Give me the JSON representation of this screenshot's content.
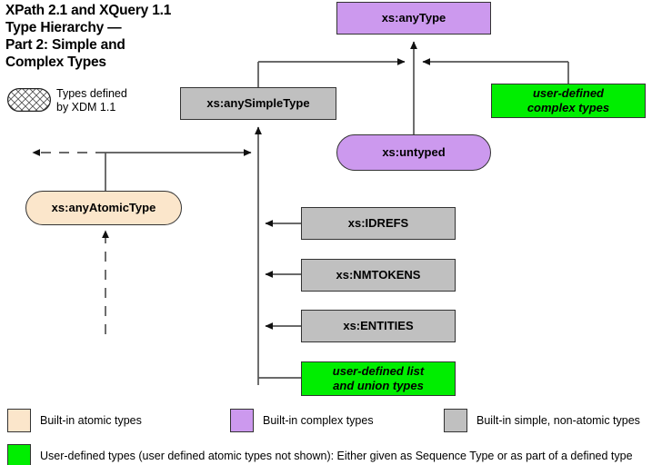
{
  "diagram": {
    "title": "XPath 2.1 and XQuery 1.1\nType Hierarchy —\nPart 2: Simple and\nComplex Types",
    "xdm_key": {
      "icon": "hatched-rounded-rect-icon",
      "label": "Types defined\nby XDM 1.1"
    },
    "nodes": [
      {
        "id": "anyType",
        "label": "xs:anyType",
        "shape": "rect",
        "color": "#cc99ee",
        "category": "Built-in complex types"
      },
      {
        "id": "anySimpleType",
        "label": "xs:anySimpleType",
        "shape": "rect",
        "color": "#c0c0c0",
        "category": "Built-in simple, non-atomic types"
      },
      {
        "id": "udefComplex",
        "label": "user-defined\ncomplex types",
        "shape": "rect",
        "color": "#00ee00",
        "category": "User-defined types"
      },
      {
        "id": "untyped",
        "label": "xs:untyped",
        "shape": "stadium",
        "color": "#cc99ee",
        "category": "Built-in complex types"
      },
      {
        "id": "anyAtomicType",
        "label": "xs:anyAtomicType",
        "shape": "stadium",
        "color": "#fbe6cb",
        "category": "Built-in atomic types"
      },
      {
        "id": "idrefs",
        "label": "xs:IDREFS",
        "shape": "rect",
        "color": "#c0c0c0",
        "category": "Built-in simple, non-atomic types"
      },
      {
        "id": "nmtokens",
        "label": "xs:NMTOKENS",
        "shape": "rect",
        "color": "#c0c0c0",
        "category": "Built-in simple, non-atomic types"
      },
      {
        "id": "entities",
        "label": "xs:ENTITIES",
        "shape": "rect",
        "color": "#c0c0c0",
        "category": "Built-in simple, non-atomic types"
      },
      {
        "id": "udefList",
        "label": "user-defined list\nand union types",
        "shape": "rect",
        "color": "#00ee00",
        "category": "User-defined types"
      }
    ],
    "legend": [
      {
        "swatch": "#fbe6cb",
        "label": "Built-in atomic types"
      },
      {
        "swatch": "#cc99ee",
        "label": "Built-in complex types"
      },
      {
        "swatch": "#c0c0c0",
        "label": "Built-in simple, non-atomic types"
      },
      {
        "swatch": "#00ee00",
        "label": "User-defined types (user defined atomic types not shown):  Either given as Sequence Type or as part of a defined type"
      }
    ],
    "edges": [
      {
        "from": "anySimpleType",
        "to": "anyType",
        "style": "solid"
      },
      {
        "from": "udefComplex",
        "to": "anyType",
        "style": "solid"
      },
      {
        "from": "untyped",
        "to": "anyType",
        "style": "solid"
      },
      {
        "from": "anyAtomicType",
        "to": "anySimpleType",
        "style": "solid"
      },
      {
        "from": "idrefs",
        "to": "anySimpleType",
        "style": "solid"
      },
      {
        "from": "nmtokens",
        "to": "anySimpleType",
        "style": "solid"
      },
      {
        "from": "entities",
        "to": "anySimpleType",
        "style": "solid"
      },
      {
        "from": "udefList",
        "to": "anySimpleType",
        "style": "solid"
      },
      {
        "from": "anyAtomicType",
        "to": "part-1-hierarchy-offpage",
        "style": "dashed"
      },
      {
        "from": "offpage-below",
        "to": "anyAtomicType",
        "style": "dashed"
      }
    ]
  }
}
